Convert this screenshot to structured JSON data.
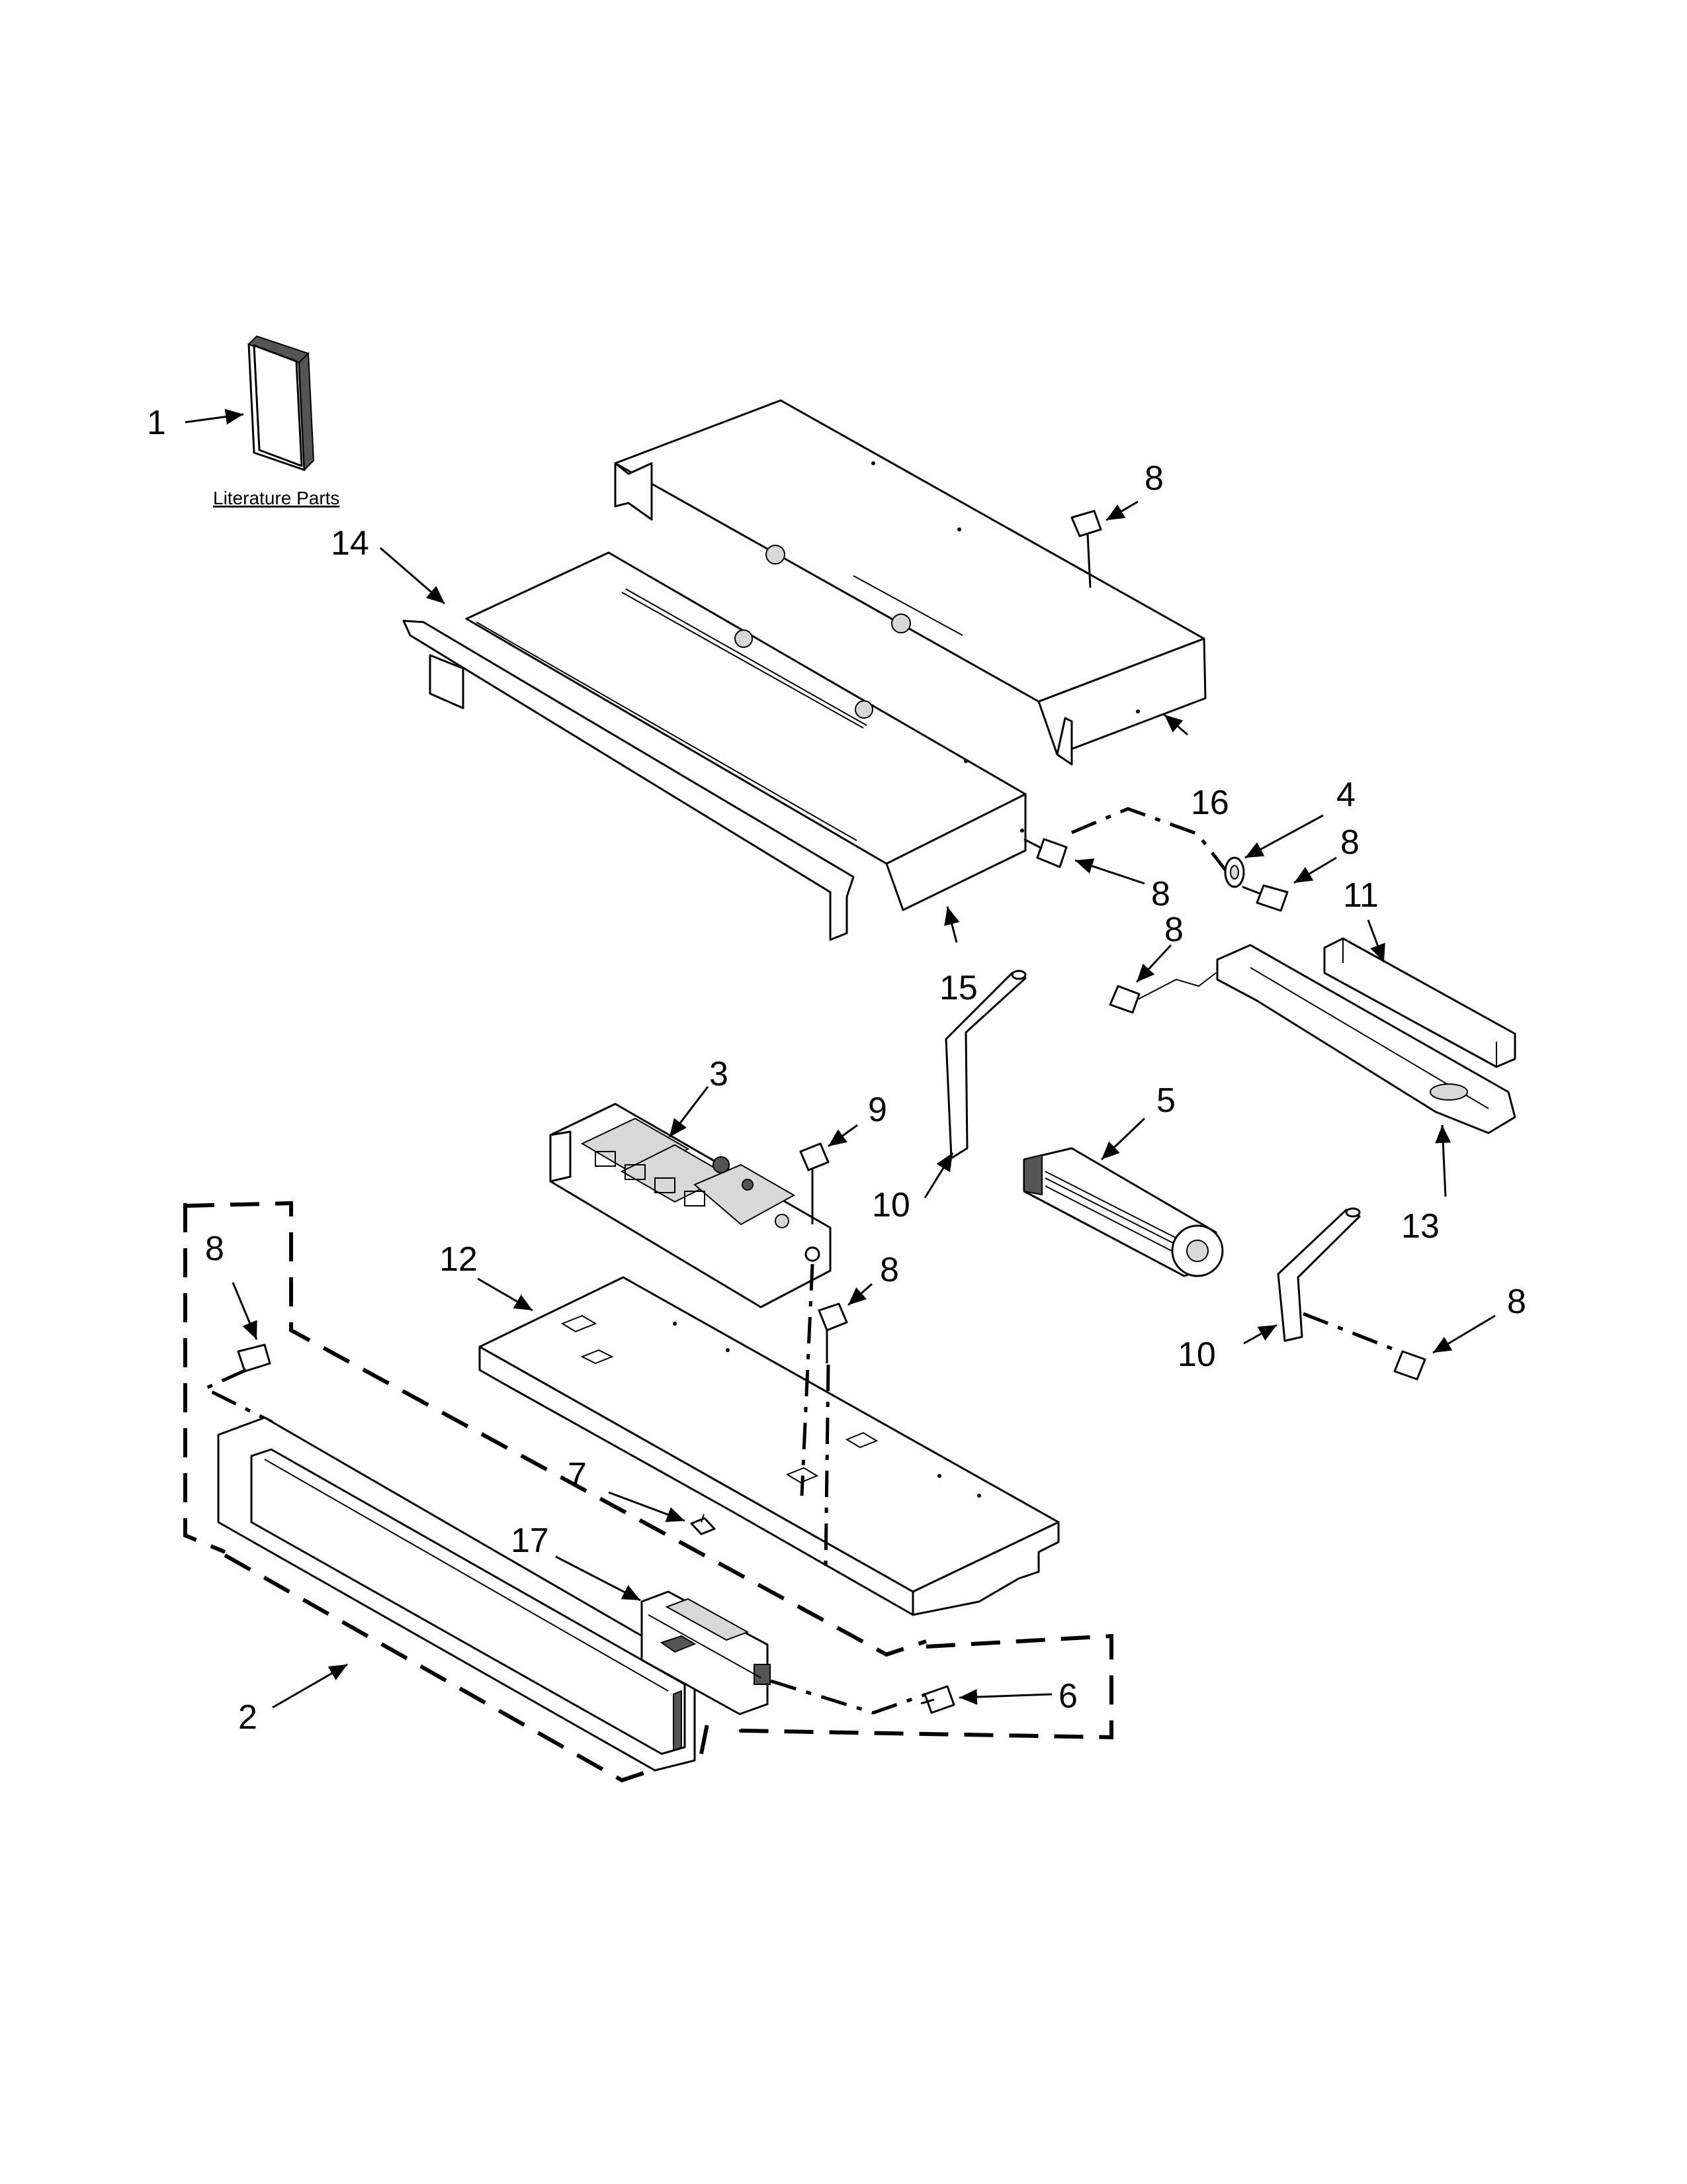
{
  "diagram": {
    "caption": "Literature Parts",
    "labels": {
      "p1": "1",
      "p14": "14",
      "p8_top": "8",
      "p16": "16",
      "p4": "4",
      "p8_right_upper": "8",
      "p11": "11",
      "p8_mid": "8",
      "p15": "15",
      "p3": "3",
      "p9": "9",
      "p5": "5",
      "p10_left": "10",
      "p13": "13",
      "p8_left": "8",
      "p12": "12",
      "p8_center": "8",
      "p8_right_lower": "8",
      "p10_right": "10",
      "p7": "7",
      "p17": "17",
      "p6": "6",
      "p2": "2"
    }
  }
}
